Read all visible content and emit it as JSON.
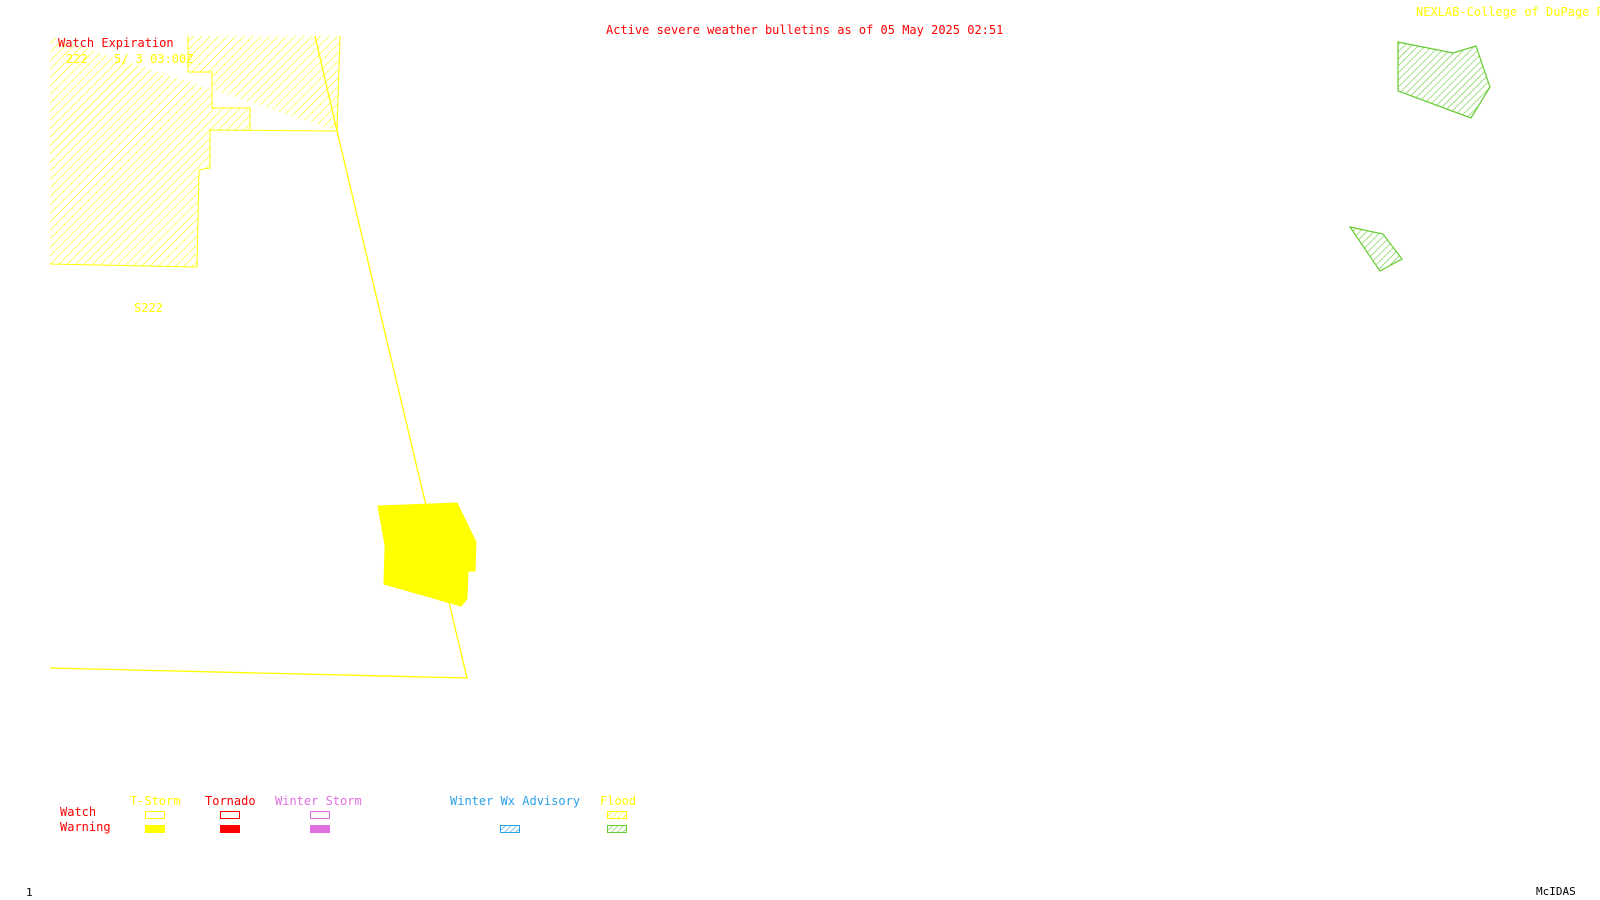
{
  "header": {
    "title": "Active severe weather bulletins as of 05 May 2025 02:51",
    "credit": "NEXLAB-College of DuPage R"
  },
  "watch_expiration": {
    "label": "Watch Expiration",
    "entries": [
      {
        "watch_number": "222",
        "expires": "5/ 3 03:00Z"
      }
    ]
  },
  "map": {
    "watch_labels": [
      "S222"
    ],
    "colors": {
      "tstorm": "#ffff00",
      "tornado": "#ff0000",
      "winter_storm": "#e070e0",
      "winter_advisory": "#2aa0e8",
      "flood_watch": "#ffff00",
      "flood": "#66cc33",
      "title": "#ff0000"
    }
  },
  "legend": {
    "row_labels": {
      "watch": "Watch",
      "warning": "Warning"
    },
    "columns": [
      {
        "key": "tstorm",
        "label": "T-Storm",
        "color": "#ffff00"
      },
      {
        "key": "tornado",
        "label": "Tornado",
        "color": "#ff0000"
      },
      {
        "key": "winter_storm",
        "label": "Winter Storm",
        "color": "#e070e0"
      },
      {
        "key": "winter_advisory",
        "label": "Winter Wx Advisory",
        "color": "#2aa0e8"
      },
      {
        "key": "flood",
        "label": "Flood",
        "color": "#ffff00"
      }
    ]
  },
  "footer": {
    "frame_number": "1",
    "software": "McIDAS"
  }
}
